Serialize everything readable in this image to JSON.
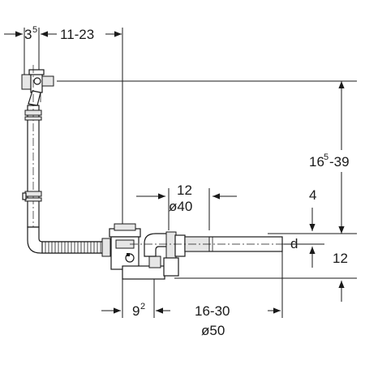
{
  "dimensions": {
    "offset_35_base": "3",
    "offset_35_sup": "5",
    "width_11_23": "11-23",
    "height_165_39_pre": "16",
    "height_165_39_sup": "5",
    "height_165_39_post": "-39",
    "pipe_12_upper": "12",
    "diam_40": "ø40",
    "drop_4": "4",
    "drop_d": "d",
    "drop_12_right": "12",
    "offset_92_base": "9",
    "offset_92_sup": "2",
    "length_16_30": "16-30",
    "diam_50": "ø50"
  }
}
